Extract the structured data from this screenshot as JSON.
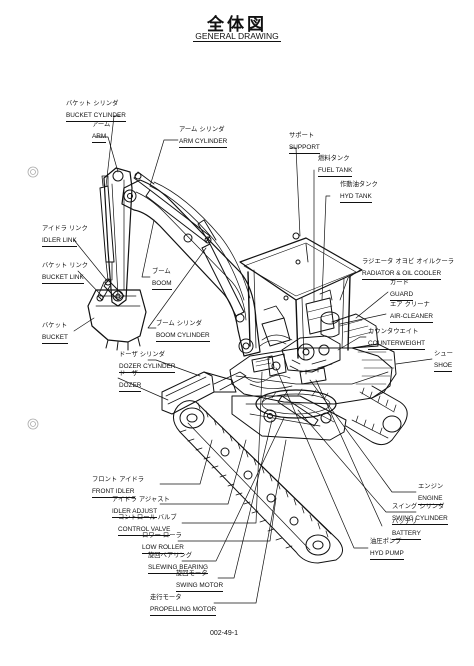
{
  "header": {
    "title_jp": "全体図",
    "title_en": "GENERAL DRAWING"
  },
  "labels": {
    "bucket_cylinder": {
      "jp": "バケット シリンダ",
      "en": "BUCKET CYLINDER"
    },
    "arm": {
      "jp": "アーム",
      "en": "ARM"
    },
    "arm_cylinder": {
      "jp": "アーム シリンダ",
      "en": "ARM CYLINDER"
    },
    "support": {
      "jp": "サポート",
      "en": "SUPPORT"
    },
    "fuel_tank": {
      "jp": "燃料タンク",
      "en": "FUEL TANK"
    },
    "hyd_tank": {
      "jp": "作動油タンク",
      "en": "HYD TANK"
    },
    "idler_link": {
      "jp": "アイドラ リンク",
      "en": "IDLER LINK"
    },
    "bucket_link": {
      "jp": "バケット リンク",
      "en": "BUCKET LINK"
    },
    "boom": {
      "jp": "ブーム",
      "en": "BOOM"
    },
    "bucket": {
      "jp": "バケット",
      "en": "BUCKET"
    },
    "boom_cylinder": {
      "jp": "ブーム シリンダ",
      "en": "BOOM CYLINDER"
    },
    "radiator": {
      "jp": "ラジエータ オヨビ オイルクーラ",
      "en": "RADIATOR & OIL COOLER"
    },
    "guard": {
      "jp": "ガード",
      "en": "GUARD"
    },
    "air_cleaner": {
      "jp": "エア クリーナ",
      "en": "AIR-CLEANER"
    },
    "counterweight": {
      "jp": "カウンタウエイト",
      "en": "COUNTERWEIGHT"
    },
    "shoe": {
      "jp": "シュー",
      "en": "SHOE"
    },
    "dozer_cylinder": {
      "jp": "ドーザ シリンダ",
      "en": "DOZER CYLINDER"
    },
    "dozer": {
      "jp": "ドーザ",
      "en": "DOZER"
    },
    "front_idler": {
      "jp": "フロント アイドラ",
      "en": "FRONT IDLER"
    },
    "idler_adjust": {
      "jp": "アイドラ アジャスト",
      "en": "IDLER ADJUST"
    },
    "control_valve": {
      "jp": "コントロール バルブ",
      "en": "CONTROL VALVE"
    },
    "low_roller": {
      "jp": "ロワー ローラ",
      "en": "LOW ROLLER"
    },
    "slewing_bearing": {
      "jp": "旋回ベアリング",
      "en": "SLEWING BEARING"
    },
    "swing_motor": {
      "jp": "旋回モータ",
      "en": "SWING MOTOR"
    },
    "propelling_motor": {
      "jp": "走行モータ",
      "en": "PROPELLING MOTOR"
    },
    "engine": {
      "jp": "エンジン",
      "en": "ENGINE"
    },
    "swing_cylinder": {
      "jp": "スイング シリンダ",
      "en": "SWING CYLINDER"
    },
    "battery": {
      "jp": "バッテリ",
      "en": "BATTERY"
    },
    "hyd_pump": {
      "jp": "油圧ポンプ",
      "en": "HYD PUMP"
    }
  },
  "footer": {
    "page_number": "002-49-1"
  }
}
